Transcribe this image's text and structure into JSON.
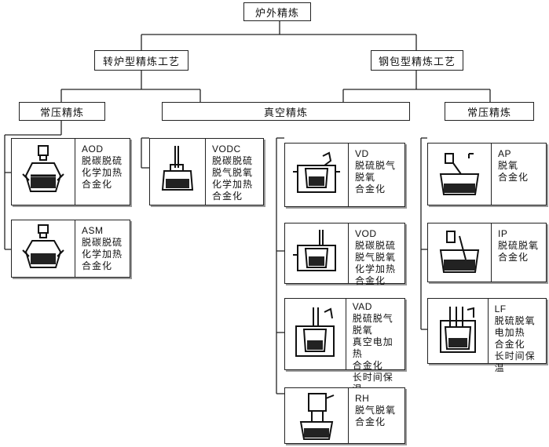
{
  "root": "炉外精炼",
  "branches": [
    {
      "title": "转炉型精炼工艺",
      "subs": [
        "常压精炼",
        "真空精炼"
      ]
    },
    {
      "title": "钢包型精炼工艺",
      "subs": [
        "真空精炼",
        "常压精炼"
      ]
    }
  ],
  "sections": {
    "left_atmospheric": "常压精炼",
    "vacuum": "真空精炼",
    "right_atmospheric": "常压精炼"
  },
  "processes": {
    "aod": {
      "code": "AOD",
      "lines": [
        "脱碳脱硫",
        "化学加热",
        "合金化"
      ]
    },
    "asm": {
      "code": "ASM",
      "lines": [
        "脱碳脱硫",
        "化学加热",
        "合金化"
      ]
    },
    "vodc": {
      "code": "VODC",
      "lines": [
        "脱碳脱硫",
        "脱气脱氧",
        "化学加热",
        "合金化"
      ]
    },
    "vd": {
      "code": "VD",
      "lines": [
        "脱硫脱气",
        "脱氧",
        "合金化"
      ]
    },
    "vod": {
      "code": "VOD",
      "lines": [
        "脱碳脱硫",
        "脱气脱氧",
        "化学加热",
        "合金化"
      ]
    },
    "vad": {
      "code": "VAD",
      "lines": [
        "脱硫脱气",
        "脱氧",
        "真空电加热",
        "合金化",
        "长时间保温"
      ]
    },
    "rh": {
      "code": "RH",
      "lines": [
        "脱气脱氧",
        "合金化"
      ]
    },
    "ap": {
      "code": "AP",
      "lines": [
        "脱氧",
        "合金化"
      ]
    },
    "ip": {
      "code": "IP",
      "lines": [
        "脱硫脱氧",
        "合金化"
      ]
    },
    "lf": {
      "code": "LF",
      "lines": [
        "脱硫脱氧",
        "电加热",
        "合金化",
        "长时间保温"
      ]
    }
  }
}
